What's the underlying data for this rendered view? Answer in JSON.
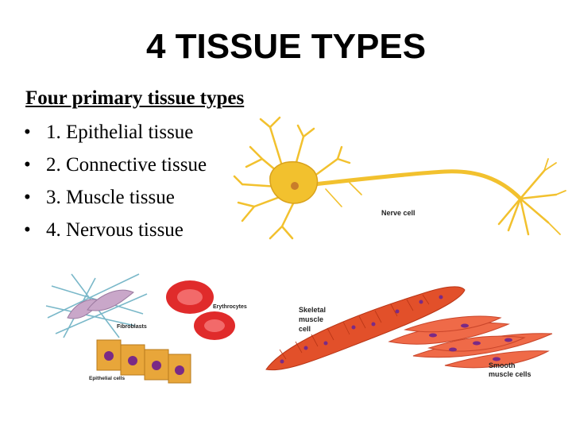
{
  "slide": {
    "title": "4 TISSUE TYPES",
    "heading": "Four primary tissue types",
    "bullet_char": "•",
    "items": [
      "1. Epithelial tissue",
      "2. Connective tissue",
      "3. Muscle tissue",
      "4. Nervous tissue"
    ]
  },
  "figure_labels": {
    "nerve": "Nerve cell",
    "fibro": "Fibroblasts",
    "erythro": "Erythrocytes",
    "skeletal": [
      "Skeletal",
      "muscle",
      "cell"
    ],
    "epith": "Epithelial cells",
    "smooth": [
      "Smooth",
      "muscle cells"
    ]
  },
  "colors": {
    "neuron": "#f2c12e",
    "blood": "#e02b2b",
    "muscle": "#e2502a",
    "smooth": "#ef6a48",
    "epithelium": "#e8a63a",
    "fibro": "#7ab8c9",
    "nucleus": "#7a2a86"
  }
}
